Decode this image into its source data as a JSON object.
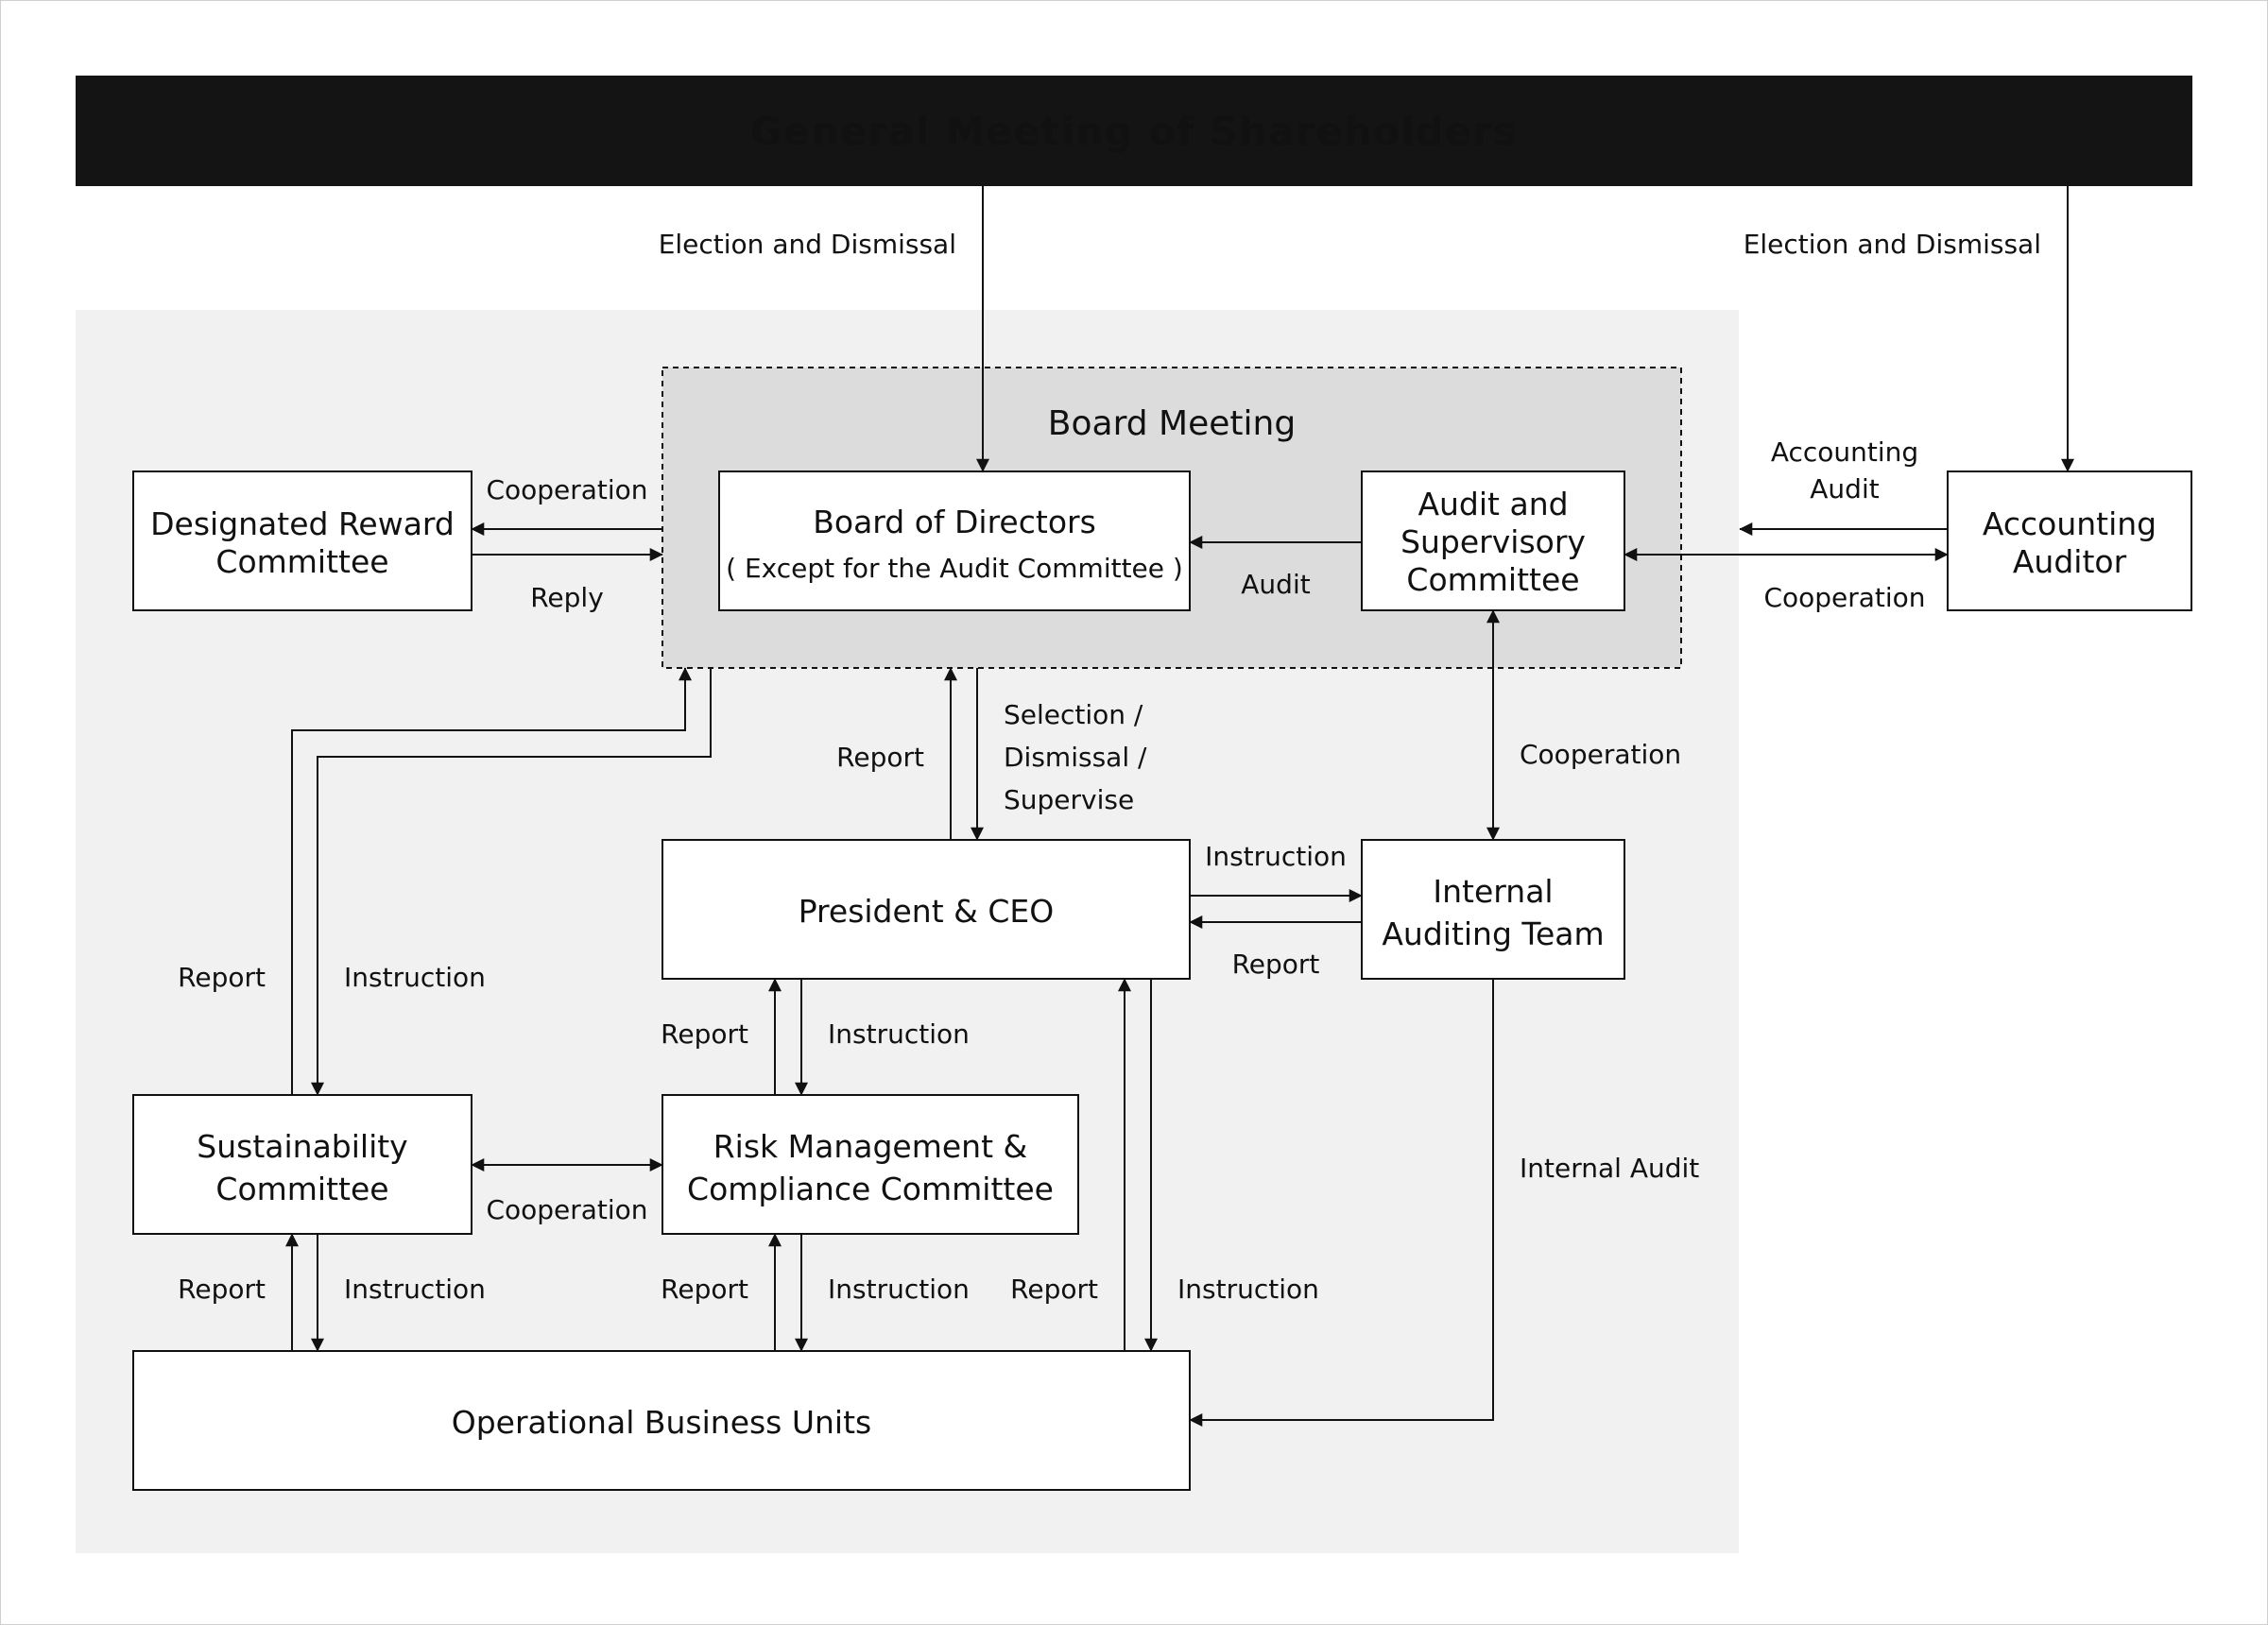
{
  "header": {
    "title": "General Meeting of Shareholders"
  },
  "board_meeting": {
    "title": "Board Meeting"
  },
  "nodes": {
    "board_of_directors": {
      "line1": "Board of Directors",
      "line2": "( Except for the Audit Committee )"
    },
    "audit_supervisory": {
      "line1": "Audit and",
      "line2": "Supervisory",
      "line3": "Committee"
    },
    "designated_reward": {
      "line1": "Designated Reward",
      "line2": "Committee"
    },
    "accounting_auditor": {
      "line1": "Accounting",
      "line2": "Auditor"
    },
    "president_ceo": {
      "label": "President & CEO"
    },
    "internal_auditing": {
      "line1": "Internal",
      "line2": "Auditing Team"
    },
    "sustainability": {
      "line1": "Sustainability",
      "line2": "Committee"
    },
    "risk_management": {
      "line1": "Risk Management &",
      "line2": "Compliance Committee"
    },
    "operational_units": {
      "label": "Operational Business Units"
    }
  },
  "edge_labels": {
    "election_dismissal_board": "Election and Dismissal",
    "election_dismissal_auditor": "Election and Dismissal",
    "reward_cooperation": "Cooperation",
    "reward_reply": "Reply",
    "audit": "Audit",
    "accounting_audit_1": "Accounting",
    "accounting_audit_2": "Audit",
    "auditor_cooperation": "Cooperation",
    "ceo_report": "Report",
    "ceo_selection_1": "Selection /",
    "ceo_selection_2": "Dismissal /",
    "ceo_selection_3": "Supervise",
    "internal_cooperation": "Cooperation",
    "ceo_instruction_internal": "Instruction",
    "internal_report_ceo": "Report",
    "sustainability_report_board": "Report",
    "sustainability_instruction_board": "Instruction",
    "risk_report_ceo": "Report",
    "risk_instruction_ceo": "Instruction",
    "sustain_risk_cooperation": "Cooperation",
    "internal_audit": "Internal Audit",
    "ops_report_sustain": "Report",
    "ops_instruction_sustain": "Instruction",
    "ops_report_risk": "Report",
    "ops_instruction_risk": "Instruction",
    "ops_report_ceo": "Report",
    "ops_instruction_ceo": "Instruction"
  },
  "colors": {
    "header_bg": "#141414",
    "header_text": "#ffffff",
    "governance_bg": "#f1f1f1",
    "board_bg": "#dcdcdc",
    "box_fill": "#ffffff",
    "stroke": "#111111"
  }
}
